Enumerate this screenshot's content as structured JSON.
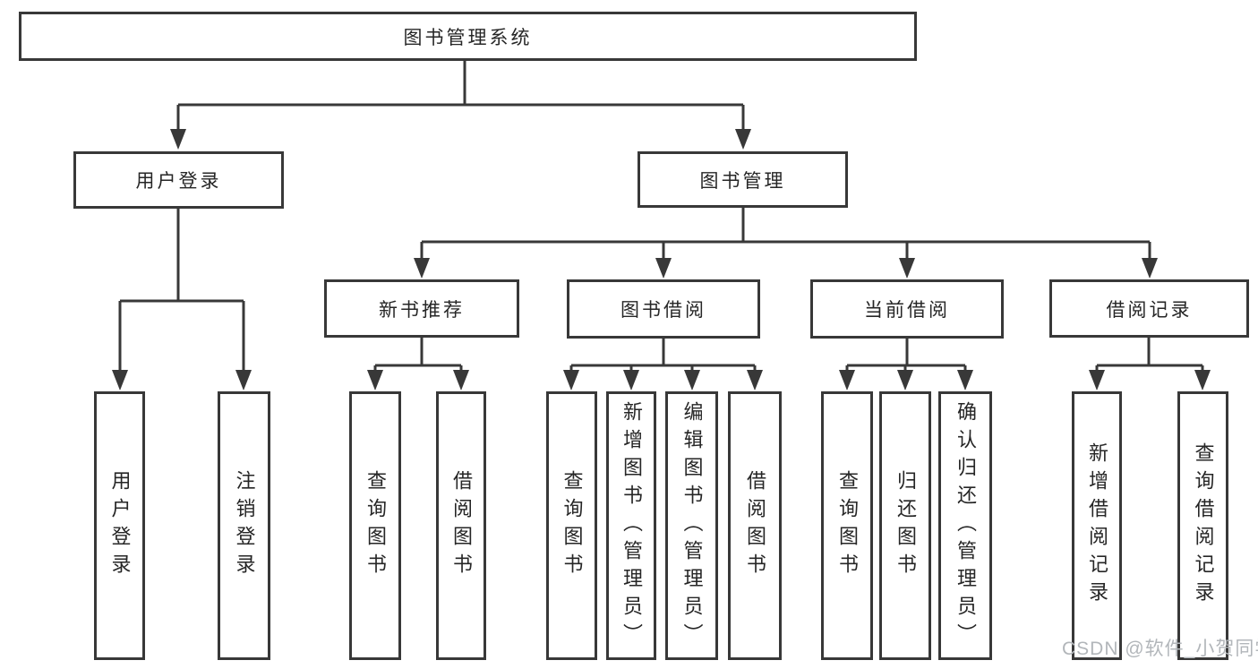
{
  "diagram": {
    "type": "hierarchy-tree",
    "colors": {
      "line": "#383838",
      "node_border": "#383838",
      "node_background": "#ffffff",
      "text": "#262626",
      "watermark": "#b2b6ba"
    },
    "nodes": {
      "root": {
        "label": "图书管理系统"
      },
      "user_login": {
        "label": "用户登录"
      },
      "book_mgmt": {
        "label": "图书管理"
      },
      "new_book": {
        "label": "新书推荐"
      },
      "book_borrow": {
        "label": "图书借阅"
      },
      "current_borrow": {
        "label": "当前借阅"
      },
      "borrow_records": {
        "label": "借阅记录"
      },
      "login": {
        "label": "用户登录"
      },
      "logout": {
        "label": "注销登录"
      },
      "nb_query": {
        "label": "查询图书"
      },
      "nb_borrow": {
        "label": "借阅图书"
      },
      "bb_query": {
        "label": "查询图书"
      },
      "bb_add": {
        "label": "新增图书（管理员）"
      },
      "bb_edit": {
        "label": "编辑图书（管理员）"
      },
      "bb_borrow": {
        "label": "借阅图书"
      },
      "cb_query": {
        "label": "查询图书"
      },
      "cb_return": {
        "label": "归还图书"
      },
      "cb_confirm": {
        "label": "确认归还（管理员）"
      },
      "br_add": {
        "label": "新增借阅记录"
      },
      "br_query": {
        "label": "查询借阅记录"
      }
    },
    "edges": [
      [
        "图书管理系统",
        "用户登录"
      ],
      [
        "图书管理系统",
        "图书管理"
      ],
      [
        "用户登录",
        "用户登录"
      ],
      [
        "用户登录",
        "注销登录"
      ],
      [
        "图书管理",
        "新书推荐"
      ],
      [
        "图书管理",
        "图书借阅"
      ],
      [
        "图书管理",
        "当前借阅"
      ],
      [
        "图书管理",
        "借阅记录"
      ],
      [
        "新书推荐",
        "查询图书"
      ],
      [
        "新书推荐",
        "借阅图书"
      ],
      [
        "图书借阅",
        "查询图书"
      ],
      [
        "图书借阅",
        "新增图书（管理员）"
      ],
      [
        "图书借阅",
        "编辑图书（管理员）"
      ],
      [
        "图书借阅",
        "借阅图书"
      ],
      [
        "当前借阅",
        "查询图书"
      ],
      [
        "当前借阅",
        "归还图书"
      ],
      [
        "当前借阅",
        "确认归还（管理员）"
      ],
      [
        "借阅记录",
        "新增借阅记录"
      ],
      [
        "借阅记录",
        "查询借阅记录"
      ]
    ]
  },
  "watermark": {
    "text": "CSDN @软件_小贺同学"
  }
}
